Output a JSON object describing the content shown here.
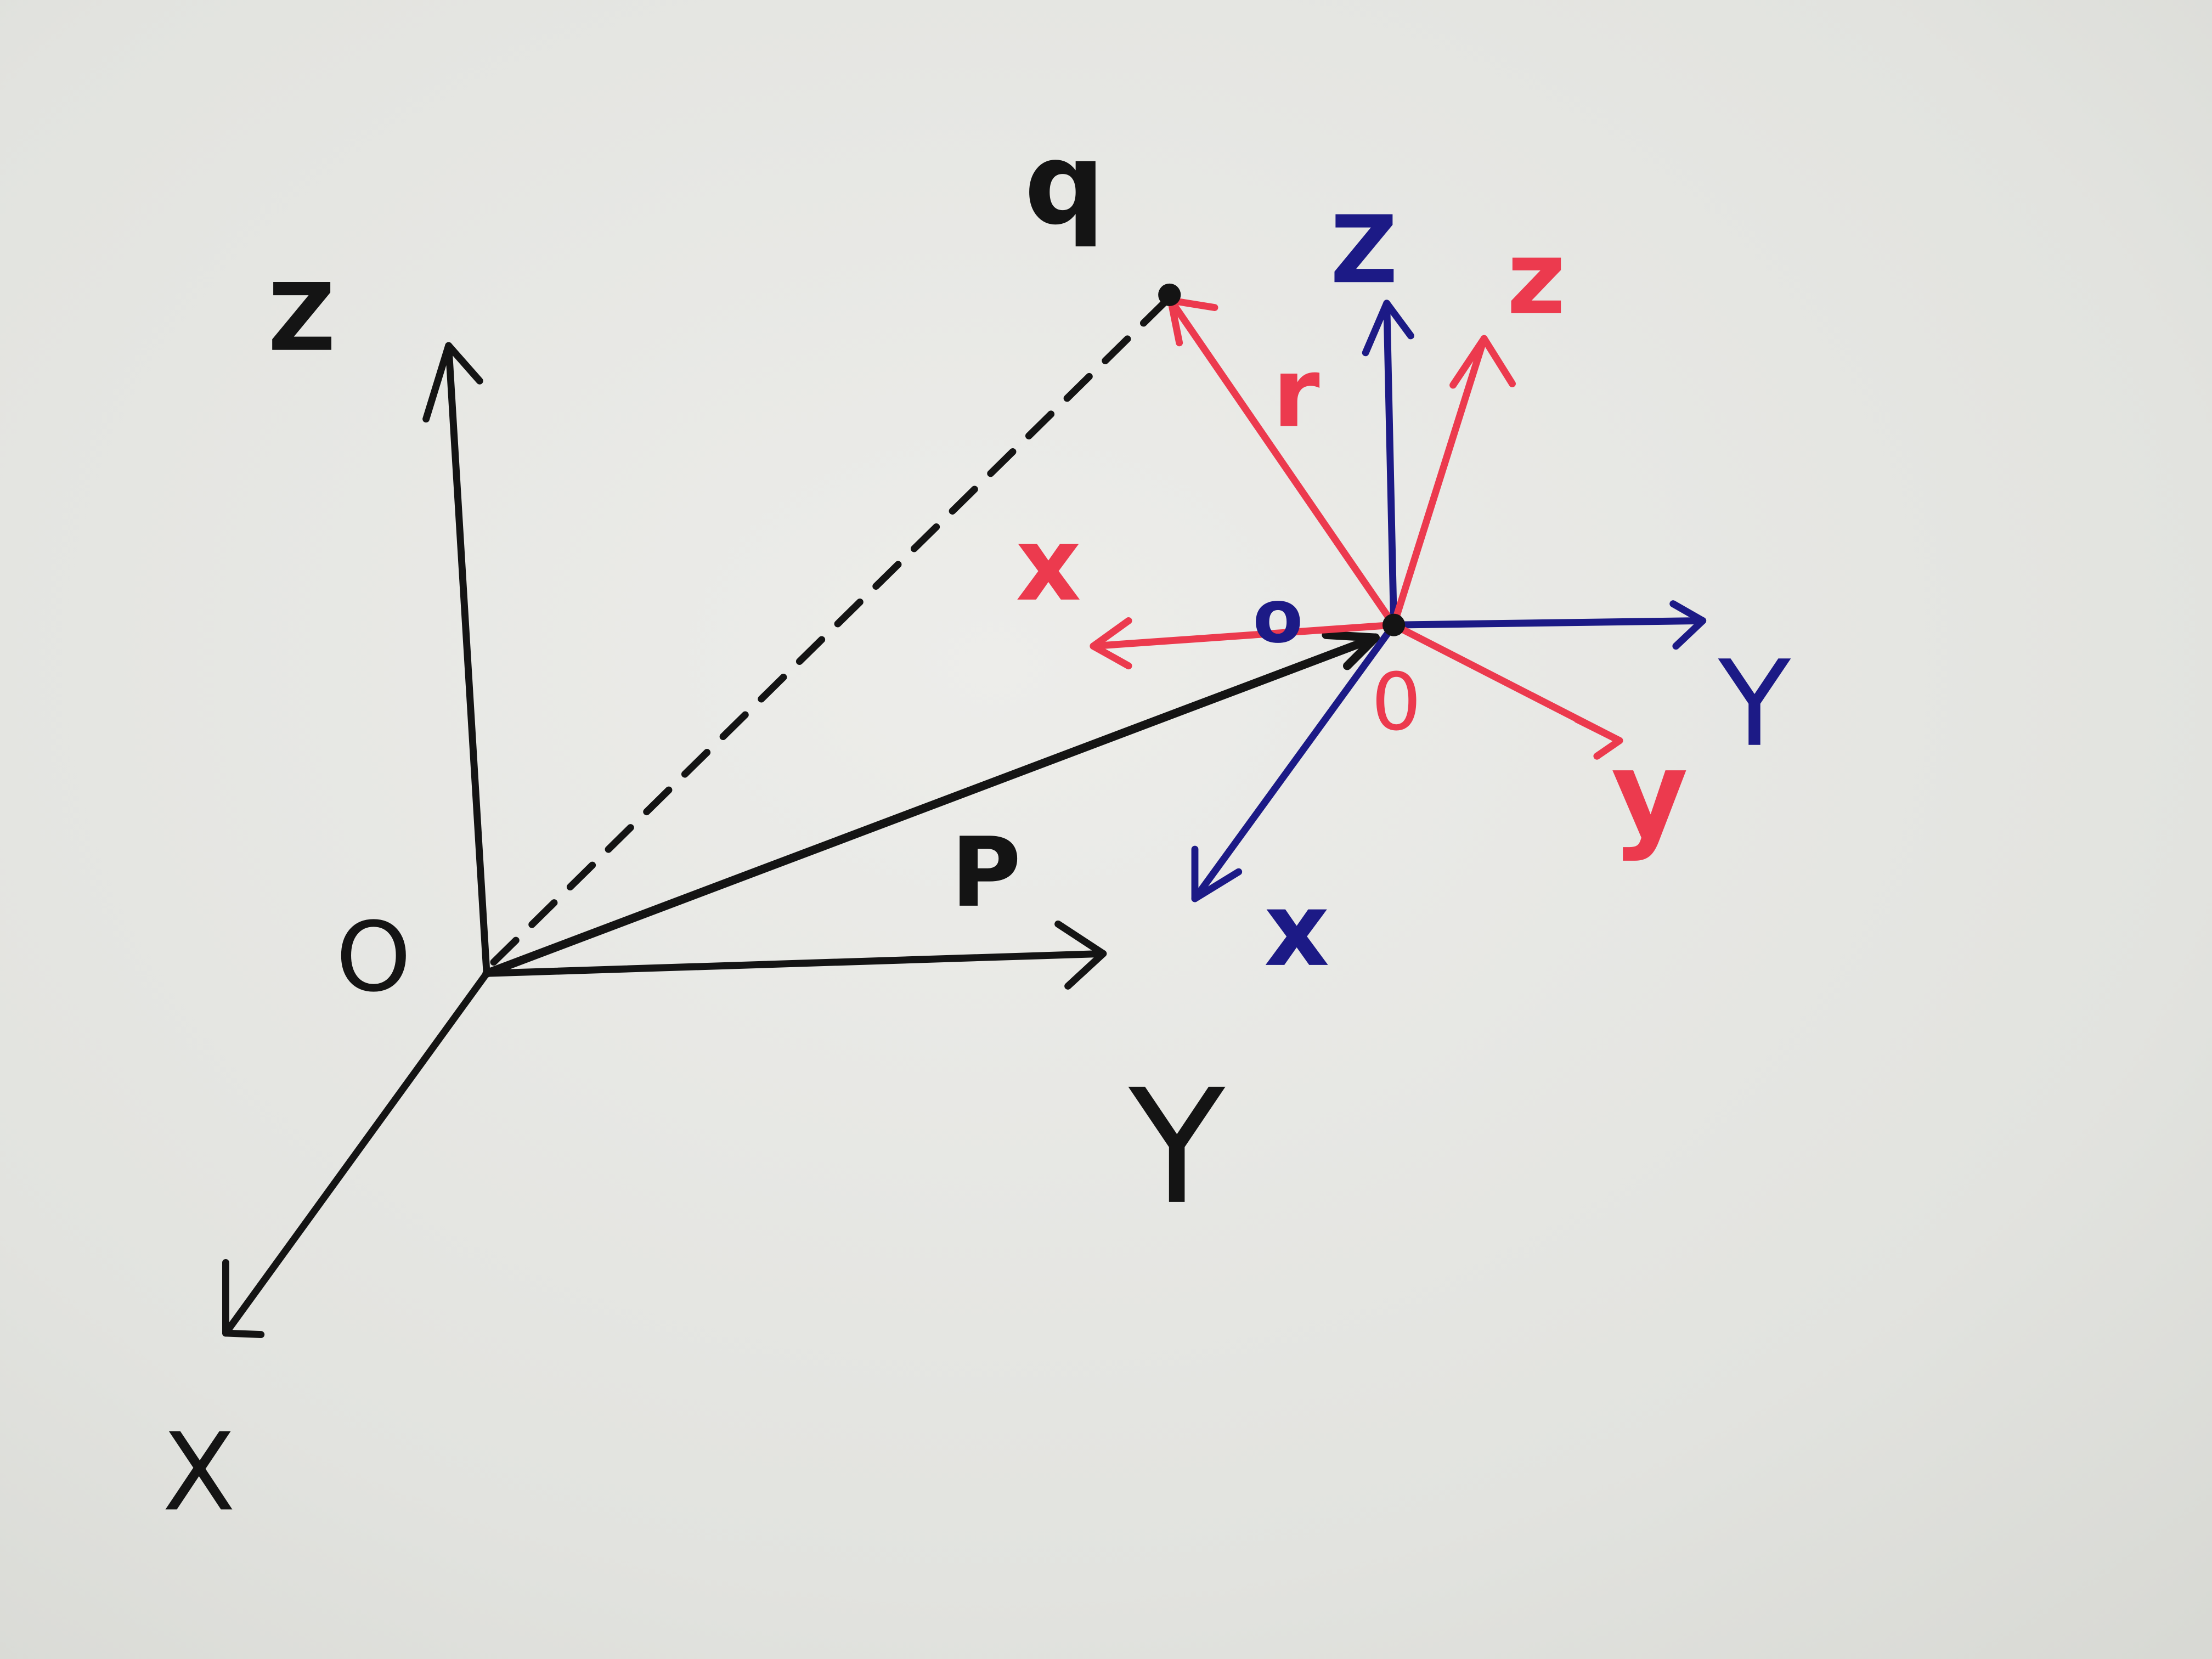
{
  "colors": {
    "paper": "#e4e5e1",
    "black_ink": "#141414",
    "blue_ink": "#1c1a86",
    "red_ink": "#ec3a4e"
  },
  "labels": {
    "q": "q",
    "world_z": "Z",
    "world_origin": "O",
    "world_x": "X",
    "world_y": "Y",
    "vector_p": "P",
    "vector_r": "r",
    "blue_z": "Z",
    "blue_y": "Y",
    "blue_x": "x",
    "blue_origin": "o",
    "red_z": "z",
    "red_x": "x",
    "red_y": "y",
    "red_origin": "0"
  }
}
